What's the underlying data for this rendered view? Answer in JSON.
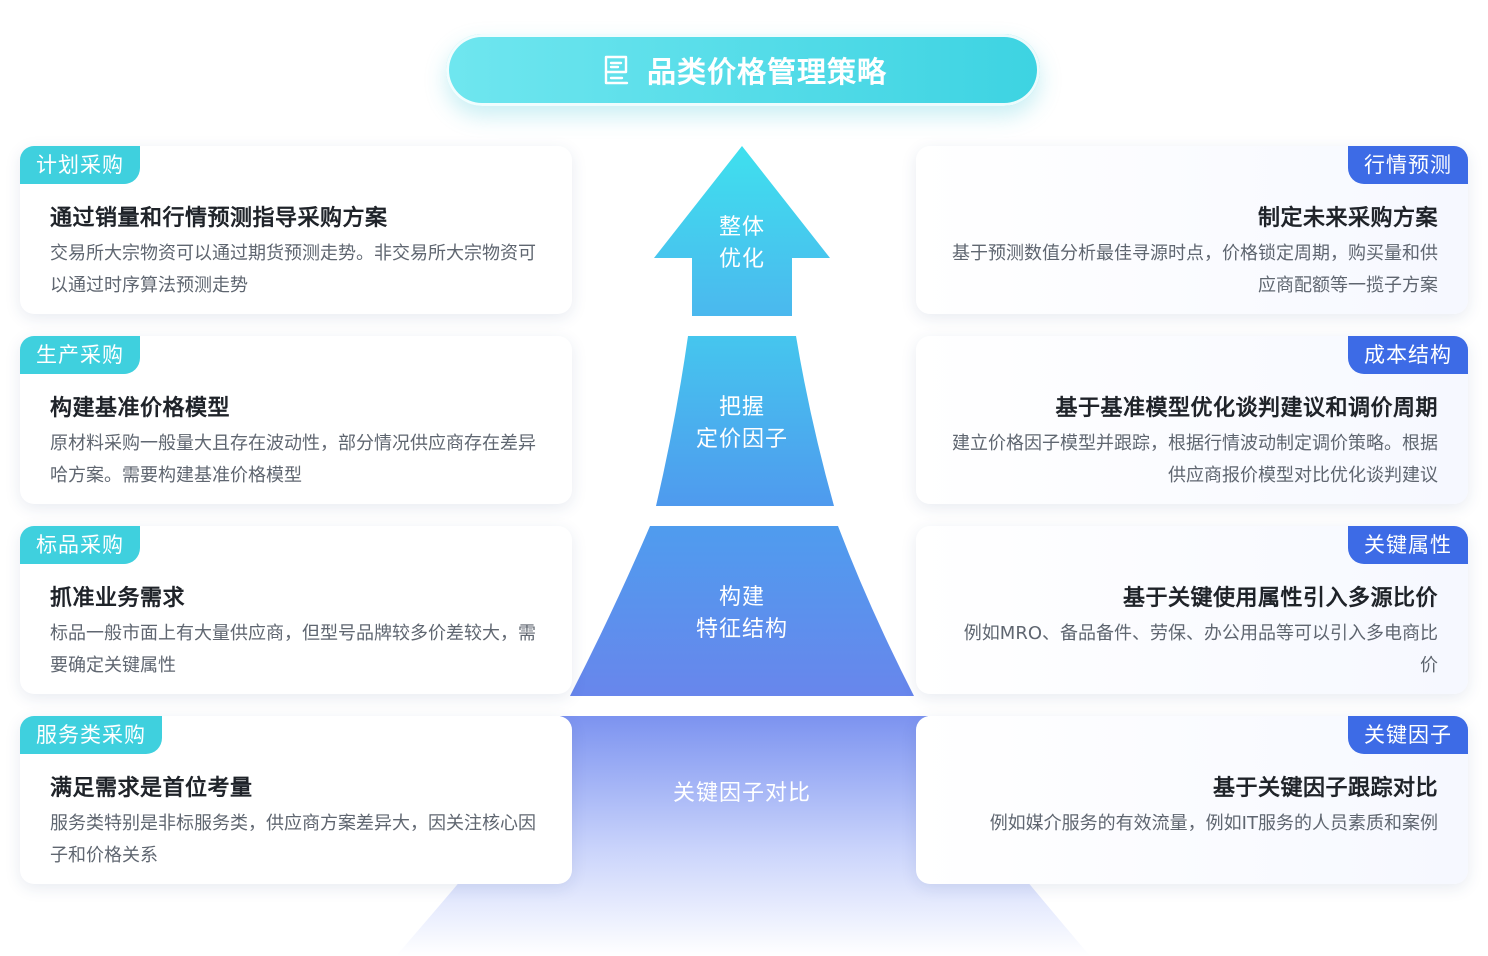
{
  "title": "品类价格管理策略",
  "pyramid": {
    "tiers": [
      {
        "line1": "整体",
        "line2": "优化"
      },
      {
        "line1": "把握",
        "line2": "定价因子"
      },
      {
        "line1": "构建",
        "line2": "特征结构"
      },
      {
        "line1": "关键因子对比",
        "line2": ""
      }
    ],
    "colors": {
      "top": "#3fd6ec",
      "bottom": "#6a8cf0",
      "base": "#e6ebff"
    }
  },
  "left_cards": [
    {
      "tag": "计划采购",
      "title": "通过销量和行情预测指导采购方案",
      "desc": "交易所大宗物资可以通过期货预测走势。非交易所大宗物资可以通过时序算法预测走势"
    },
    {
      "tag": "生产采购",
      "title": "构建基准价格模型",
      "desc": "原材料采购一般量大且存在波动性，部分情况供应商存在差异哈方案。需要构建基准价格模型"
    },
    {
      "tag": "标品采购",
      "title": "抓准业务需求",
      "desc": "标品一般市面上有大量供应商，但型号品牌较多价差较大，需要确定关键属性"
    },
    {
      "tag": "服务类采购",
      "title": "满足需求是首位考量",
      "desc": "服务类特别是非标服务类，供应商方案差异大，因关注核心因子和价格关系"
    }
  ],
  "right_cards": [
    {
      "tag": "行情预测",
      "title": "制定未来采购方案",
      "desc": "基于预测数值分析最佳寻源时点，价格锁定周期，购买量和供应商配额等一揽子方案"
    },
    {
      "tag": "成本结构",
      "title": "基于基准模型优化谈判建议和调价周期",
      "desc": "建立价格因子模型并跟踪，根据行情波动制定调价策略。根据供应商报价模型对比优化谈判建议"
    },
    {
      "tag": "关键属性",
      "title": "基于关键使用属性引入多源比价",
      "desc": "例如MRO、备品备件、劳保、办公用品等可以引入多电商比价"
    },
    {
      "tag": "关键因子",
      "title": "基于关键因子跟踪对比",
      "desc": "例如媒介服务的有效流量，例如IT服务的人员素质和案例"
    }
  ],
  "colors": {
    "tag_left": "#3fd0de",
    "tag_right": "#3d6be6",
    "title_pill": "#4ad8e6"
  }
}
